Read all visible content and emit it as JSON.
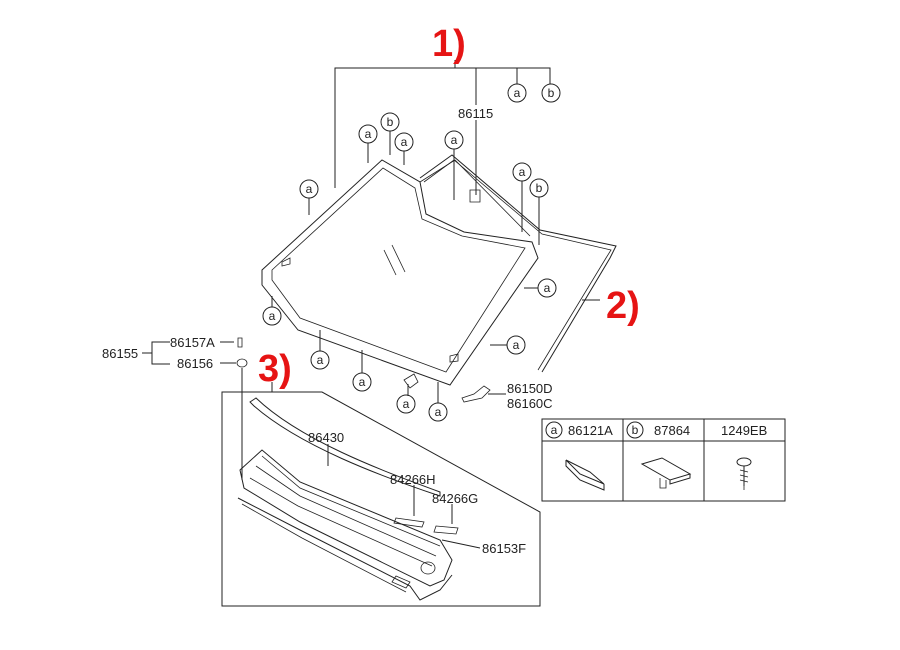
{
  "sections": [
    "1)",
    "2)",
    "3)"
  ],
  "markers": {
    "a": "a",
    "b": "b"
  },
  "parts": {
    "p86115": "86115",
    "p86157A": "86157A",
    "p86155": "86155",
    "p86156": "86156",
    "p86150D": "86150D",
    "p86160C": "86160C",
    "p86430": "86430",
    "p84266H": "84266H",
    "p84266G": "84266G",
    "p86153F": "86153F"
  },
  "legend": {
    "col_a_code": "86121A",
    "col_b_code": "87864",
    "col_c_code": "1249EB"
  },
  "colors": {
    "section_label": "#e61414",
    "line": "#222222"
  }
}
